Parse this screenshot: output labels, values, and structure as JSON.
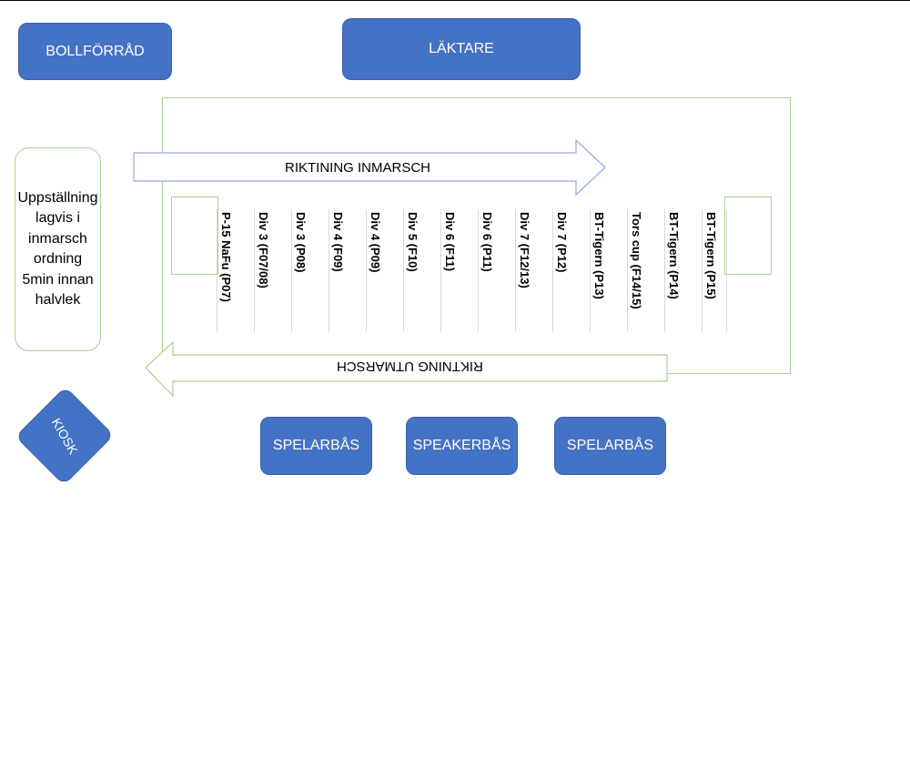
{
  "boxes": {
    "bollforrad": "BOLLFÖRRÅD",
    "laktare": "LÄKTARE",
    "kiosk": "KIOSK",
    "spelarbas_left": "SPELARBÅS",
    "speakerbas": "SPEAKERBÅS",
    "spelarbas_right": "SPELARBÅS"
  },
  "note": "Uppställning lagvis i inmarsch ordning 5min innan halvlek",
  "arrows": {
    "in": "RIKTINING INMARSCH",
    "out": "RIKTNING UTMARSCH"
  },
  "lineup": [
    "P-15 NaFu (P07)",
    "Div 3 (F07/08)",
    "Div 3 (P08)",
    "Div 4 (F09)",
    "Div 4 (P09)",
    "Div 5 (F10)",
    "Div 6 (F11)",
    "Div 6 (P11)",
    "Div 7 (F12/13)",
    "Div 7 (P12)",
    "BT-Tigern (P13)",
    "Tors cup (F14/15)",
    "BT-Tigern (P14)",
    "BT-Tigern (P15)"
  ],
  "colors": {
    "box_fill": "#4472c4",
    "field_line": "#a9d18e",
    "arrow_outline": "#8faadc"
  }
}
